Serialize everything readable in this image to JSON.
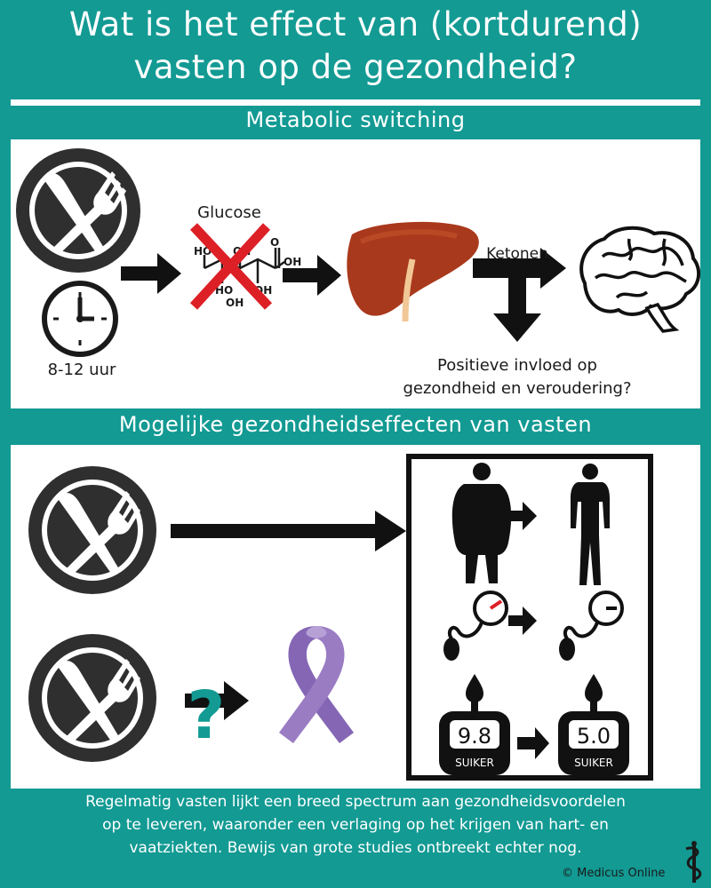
{
  "title_line1": "Wat is het effect van (kortdurend)",
  "title_line2": "vasten op de gezondheid?",
  "section1": {
    "heading": "Metabolic switching",
    "glucose_label": "Glucose",
    "time_label": "8-12 uur",
    "ketonen_label": "Ketonen",
    "effect_line1": "Positieve invloed op",
    "effect_line2": "gezondheid en veroudering?"
  },
  "section2": {
    "heading": "Mogelijke gezondheidseffecten van vasten",
    "question_mark": "?",
    "sugar_before": "9.8",
    "sugar_after": "5.0",
    "sugar_label": "SUIKER"
  },
  "footer": {
    "line1": "Regelmatig vasten lijkt een breed spectrum aan gezondheidsvoordelen",
    "line2": "op te leveren, waaronder een verlaging op het krijgen van hart- en",
    "line3": "vaatziekten. Bewijs van grote studies ontbreekt echter nog.",
    "credit": "© Medicus Online"
  },
  "colors": {
    "teal": "#129a93",
    "cross": "#dd1f26",
    "liver": "#a9391c",
    "ribbon": "#9a7cc3",
    "dark": "#2f2f2f"
  },
  "icons": [
    "plate-icon",
    "clock-icon",
    "glucose-molecule-icon",
    "liver-icon",
    "brain-icon",
    "body-obese-icon",
    "body-slim-icon",
    "blood-pressure-icon",
    "ribbon-icon",
    "glucometer-icon",
    "caduceus-icon"
  ]
}
